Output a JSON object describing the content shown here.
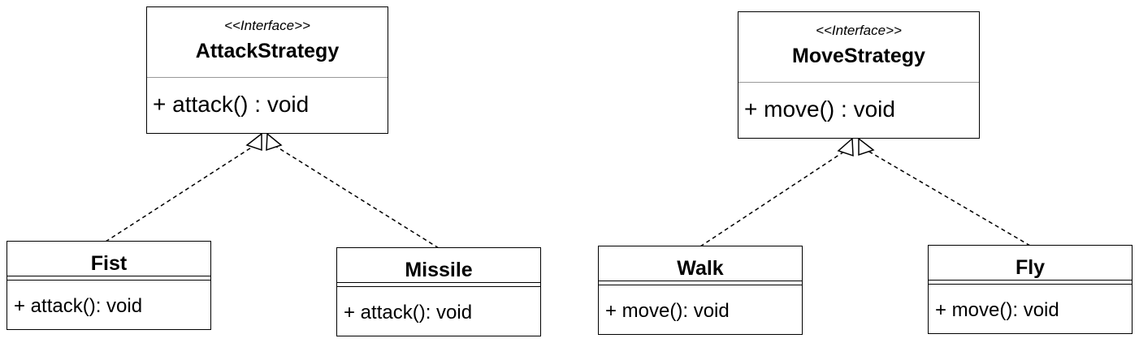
{
  "interfaces": {
    "attack": {
      "stereotype": "<<Interface>>",
      "name": "AttackStrategy",
      "operation": "+ attack() : void"
    },
    "move": {
      "stereotype": "<<Interface>>",
      "name": "MoveStrategy",
      "operation": "+ move() : void"
    }
  },
  "classes": {
    "fist": {
      "name": "Fist",
      "operation": "+ attack(): void"
    },
    "missile": {
      "name": "Missile",
      "operation": "+ attack(): void"
    },
    "walk": {
      "name": "Walk",
      "operation": "+ move(): void"
    },
    "fly": {
      "name": "Fly",
      "operation": "+ move(): void"
    }
  }
}
